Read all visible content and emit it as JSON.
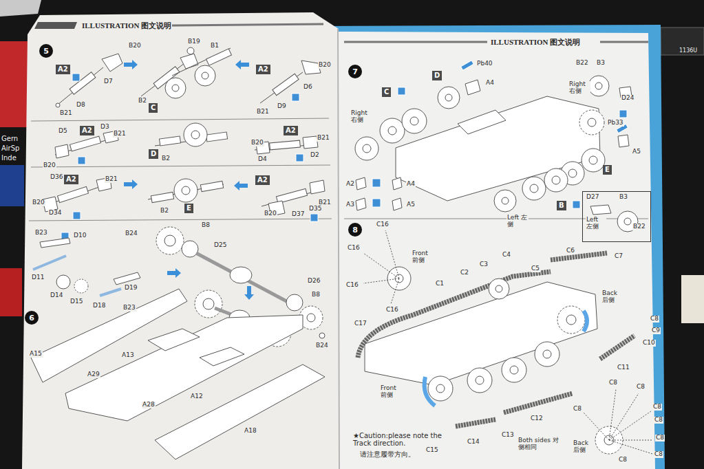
{
  "diagram": {
    "nodes": [
      {
        "text": [
          "5"
        ]
      },
      {
        "text": [
          "A2"
        ]
      },
      {
        "text": [
          "C"
        ]
      },
      {
        "text": [
          "A2"
        ]
      },
      {
        "text": [
          "A2"
        ]
      },
      {
        "text": [
          "D"
        ]
      },
      {
        "text": [
          "A2"
        ]
      },
      {
        "text": [
          "A2"
        ]
      },
      {
        "text": [
          "E"
        ]
      },
      {
        "text": [
          "A2"
        ]
      },
      {
        "text": [
          "6"
        ]
      },
      {
        "text": [
          "7"
        ]
      },
      {
        "text": [
          "C"
        ]
      },
      {
        "text": [
          "D"
        ]
      },
      {
        "text": [
          "E"
        ]
      },
      {
        "text": [
          "B"
        ]
      },
      {
        "text": [
          "D27",
          "B3",
          "Left 左侧",
          "B22"
        ]
      },
      {
        "text": [
          "8"
        ]
      }
    ],
    "labels": [
      "ILLUSTRATION 图文说明",
      "ILLUSTRATION 图文说明",
      "B20",
      "D7",
      "B21",
      "D8",
      "B19",
      "B1",
      "B2",
      "B20",
      "D6",
      "B21",
      "D9",
      "D5",
      "D3",
      "B21",
      "B20",
      "B2",
      "B20",
      "D2",
      "B21",
      "D4",
      "D36",
      "B21",
      "B20",
      "D34",
      "B2",
      "B21",
      "B20",
      "D35",
      "D37",
      "B23",
      "D10",
      "D11",
      "D14",
      "D15",
      "D18",
      "D19",
      "B23",
      "B24",
      "B8",
      "D25",
      "D26",
      "B8",
      "B24",
      "A15",
      "A13",
      "A29",
      "A28",
      "A12",
      "A18",
      "Pb40",
      "A4",
      "Right 右侧",
      "B22",
      "B3",
      "Right 右侧",
      "D24",
      "Pb33",
      "A5",
      "A2",
      "A4",
      "A3",
      "A5",
      "Left 左侧",
      "C16",
      "C16",
      "Front 前侧",
      "C16",
      "C16",
      "C1",
      "C2",
      "C3",
      "C4",
      "C5",
      "C6",
      "C7",
      "Back 后侧",
      "C8",
      "C9",
      "C17",
      "C10",
      "C11",
      "Front 前侧",
      "C8",
      "C8",
      "C12",
      "C13",
      "C14",
      "C15",
      "Both sides 对侧相同",
      "C8",
      "C8",
      "C8",
      "C8",
      "C8",
      "C8",
      "Back 后侧",
      "★Caution:please note the Track direction.",
      "请注意履带方向。",
      "Gern",
      "AirSp",
      "Inde",
      "1136U"
    ]
  }
}
